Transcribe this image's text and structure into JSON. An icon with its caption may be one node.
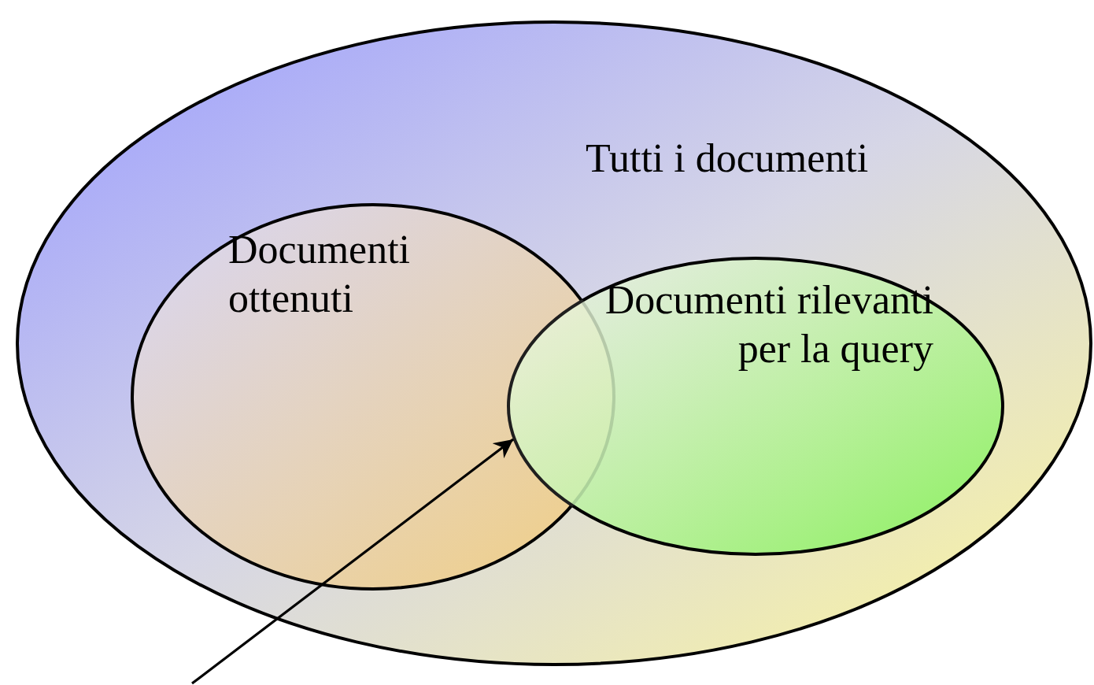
{
  "diagram": {
    "nodes": [
      {
        "text": [
          "Tutti i documenti"
        ]
      },
      {
        "text": [
          "Documenti ottenuti"
        ],
        "in": 0
      },
      {
        "text": [
          "Documenti rilevanti per la query"
        ],
        "in": 0
      },
      {
        "text": [],
        "shape": "lens"
      }
    ],
    "edges": [
      {
        "from": null,
        "to": 3,
        "arrow": "to"
      }
    ]
  }
}
